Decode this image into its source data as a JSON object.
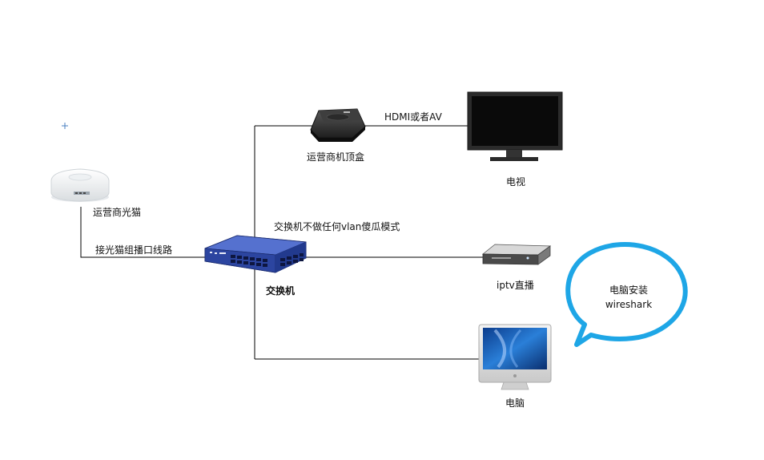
{
  "colors": {
    "line": "#000000",
    "bubble": "#1ea6e6",
    "switch_blue": "#2f4aa0",
    "tv_bezel": "#2b2b2b",
    "tv_screen": "#0a0a0a"
  },
  "nodes": {
    "modem": {
      "label": "运营商光猫",
      "icon": "optical-modem-icon"
    },
    "switch": {
      "label": "交换机",
      "icon": "network-switch-icon"
    },
    "stb": {
      "label": "运营商机顶盒",
      "icon": "set-top-box-icon"
    },
    "tv": {
      "label": "电视",
      "icon": "tv-monitor-icon"
    },
    "iptv": {
      "label": "iptv直播",
      "icon": "iptv-box-icon"
    },
    "pc": {
      "label": "电脑",
      "icon": "desktop-computer-icon"
    }
  },
  "edges": {
    "modem_switch": {
      "label": "接光猫组播口线路"
    },
    "switch_stb": {
      "label": "交换机不做任何vlan傻瓜模式"
    },
    "stb_tv": {
      "label": "HDMI或者AV"
    }
  },
  "callout": {
    "line1": "电脑安装",
    "line2": "wireshark"
  }
}
